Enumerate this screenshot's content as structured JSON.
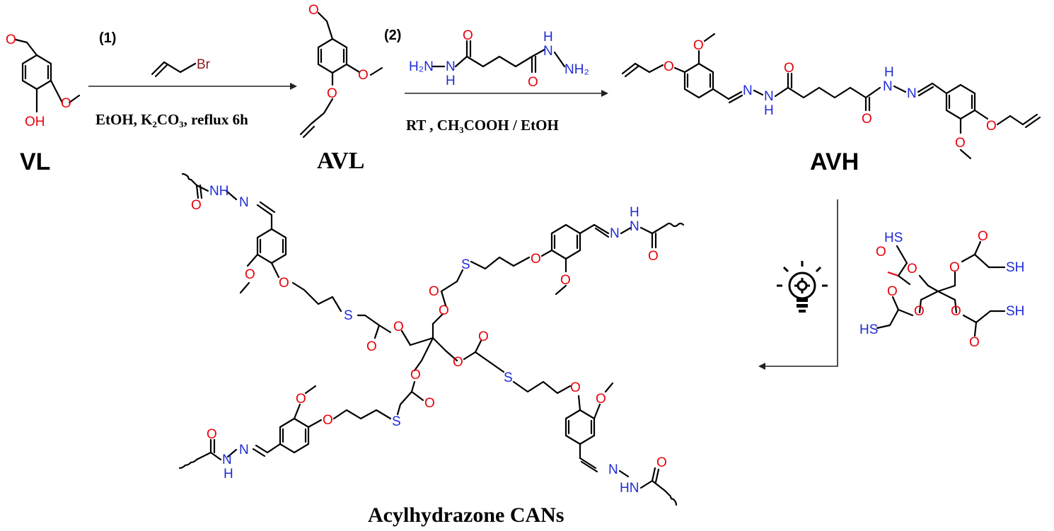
{
  "compounds": {
    "vl": "VL",
    "avl": "AVL",
    "avh": "AVH",
    "cans": "Acylhydrazone CANs"
  },
  "steps": {
    "step1": "(1)",
    "step2": "(2)",
    "step1_conditions": "EtOH, K₂CO₃,  reflux 6h",
    "step2_conditions": "RT ,  CH₃COOH / EtOH"
  },
  "atoms": {
    "O": "O",
    "OH": "OH",
    "Br": "Br",
    "N": "N",
    "H": "H",
    "NH": "NH",
    "HN": "HN",
    "H2N": "H₂N",
    "NH2": "NH₂",
    "HS": "HS",
    "SH": "SH",
    "S": "S"
  },
  "colors": {
    "oxygen": "#e8000a",
    "nitrogen": "#1f2bd6",
    "sulfur": "#1f2bd6",
    "bromine": "#8b1a1a",
    "bond": "#000000"
  },
  "icons": [
    "light-bulb-icon"
  ]
}
